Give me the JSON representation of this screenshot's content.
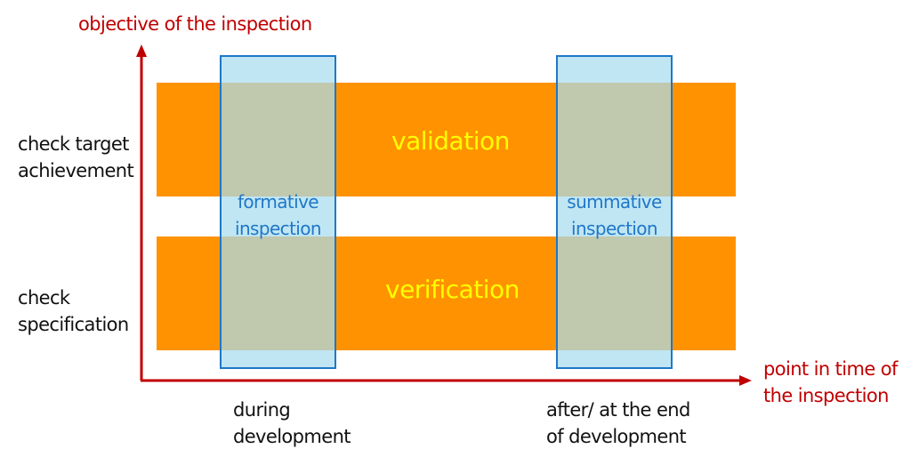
{
  "y_axis": {
    "title": "objective of the inspection"
  },
  "x_axis": {
    "title_line1": "point in time of",
    "title_line2": "the inspection"
  },
  "rows": [
    {
      "label_line1": "check target",
      "label_line2": "achievement",
      "band": "validation"
    },
    {
      "label_line1": "check",
      "label_line2": "specification",
      "band": "verification"
    }
  ],
  "columns": [
    {
      "box_line1": "formative",
      "box_line2": "inspection",
      "label_line1": "during",
      "label_line2": "development"
    },
    {
      "box_line1": "summative",
      "box_line2": "inspection",
      "label_line1": "after/ at the end",
      "label_line2": "of development"
    }
  ],
  "colors": {
    "axis": "#c00000",
    "band": "#ff9200",
    "band_text": "#ffff00",
    "column_fill": "#a8dcf0",
    "column_stroke": "#1f77c8",
    "column_text": "#1f77c8"
  }
}
